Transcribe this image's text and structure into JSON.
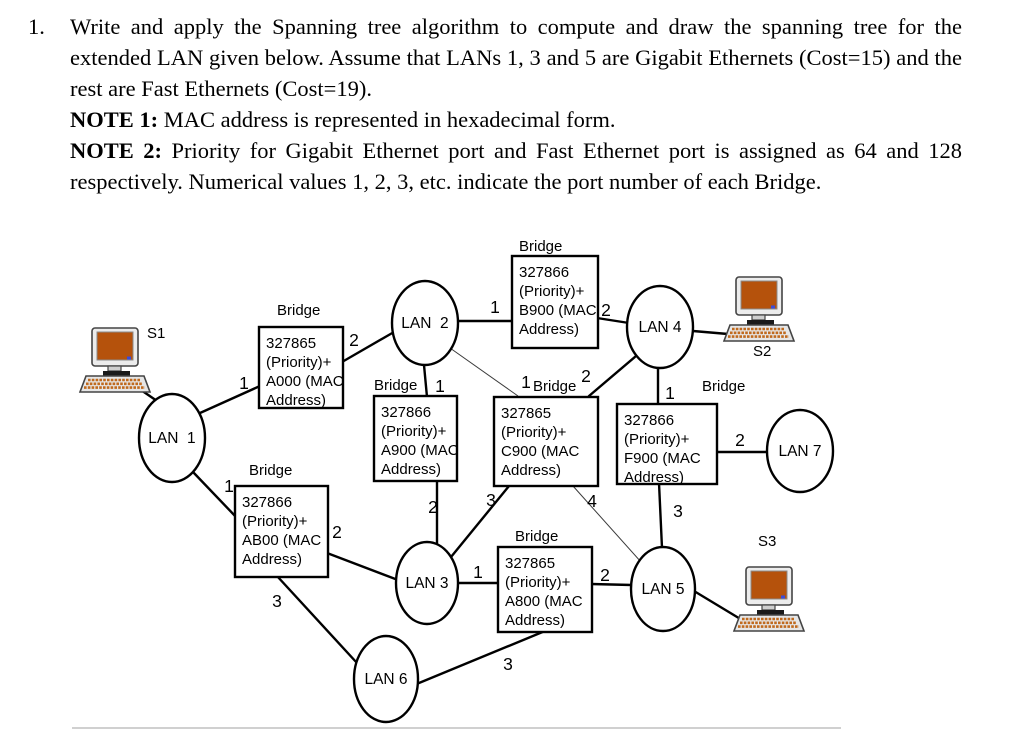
{
  "question": {
    "number": "1.",
    "body": "Write and apply the Spanning tree algorithm to compute and draw the spanning tree for the extended LAN given below. Assume that LANs 1, 3 and 5 are Gigabit Ethernets (Cost=15) and the rest are Fast Ethernets (Cost=19).",
    "note1_label": "NOTE 1:",
    "note1_text": "MAC address is represented in hexadecimal form.",
    "note2_label": "NOTE 2:",
    "note2_text": "Priority for Gigabit Ethernet port and Fast Ethernet port is assigned as 64 and 128 respectively. Numerical values 1, 2, 3, etc. indicate the port number of each Bridge."
  },
  "diagram": {
    "bridge_caption": "Bridge",
    "bridges": [
      {
        "id": "A000",
        "lines": [
          "327865",
          "(Priority)+",
          "A000 (MAC",
          "Address)"
        ],
        "ports": [
          "1",
          "2"
        ]
      },
      {
        "id": "B900",
        "lines": [
          "327866",
          "(Priority)+",
          "B900 (MAC",
          "Address)"
        ],
        "ports": [
          "1",
          "2"
        ]
      },
      {
        "id": "A900",
        "lines": [
          "327866",
          "(Priority)+",
          "A900 (MAC",
          "Address)"
        ],
        "ports": [
          "1",
          "2"
        ]
      },
      {
        "id": "C900",
        "lines": [
          "327865",
          "(Priority)+",
          "C900 (MAC",
          "Address)"
        ],
        "ports": [
          "1",
          "2",
          "3",
          "4"
        ]
      },
      {
        "id": "F900",
        "lines": [
          "327866",
          "(Priority)+",
          "F900 (MAC",
          "Address)"
        ],
        "ports": [
          "1",
          "2",
          "3"
        ]
      },
      {
        "id": "AB00",
        "lines": [
          "327866",
          "(Priority)+",
          "AB00 (MAC",
          "Address)"
        ],
        "ports": [
          "1",
          "2",
          "3"
        ]
      },
      {
        "id": "A800",
        "lines": [
          "327865",
          "(Priority)+",
          "A800 (MAC",
          "Address)"
        ],
        "ports": [
          "1",
          "2",
          "3"
        ]
      }
    ],
    "lans": [
      {
        "label": "LAN  1"
      },
      {
        "label": "LAN  2"
      },
      {
        "label": "LAN 3"
      },
      {
        "label": "LAN 4"
      },
      {
        "label": "LAN 5"
      },
      {
        "label": "LAN 6"
      },
      {
        "label": "LAN 7"
      }
    ],
    "stations": [
      "S1",
      "S2",
      "S3"
    ]
  },
  "colors": {
    "screen_orange": "#b5520c",
    "key_orange": "#c06a1e",
    "separator_gray": "#b3b3b3"
  }
}
